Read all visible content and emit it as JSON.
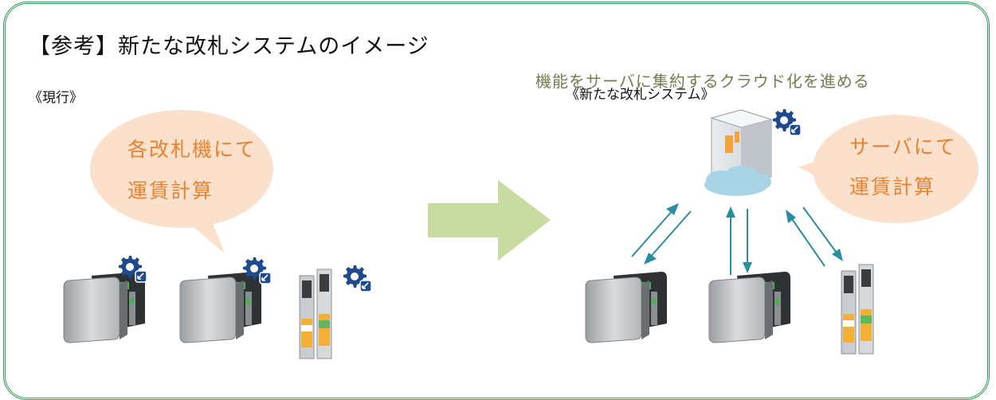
{
  "title": "【参考】新たな改札システムのイメージ",
  "caption": "機能をサーバに集約するクラウド化を進める",
  "current_label": "《現行》",
  "new_label": "《新たな改札システム》",
  "left_bubble": {
    "line1": "各改札機にて",
    "line2": "運賃計算"
  },
  "right_bubble": {
    "line1": "サーバにて",
    "line2": "運賃計算"
  },
  "colors": {
    "frame": "#2e9e55",
    "bubble_fill": "#fbe0cc",
    "bubble_text": "#e8822f",
    "big_arrow": "#c8dba0",
    "connection_arrow": "#2a8ca0",
    "cloud": "#a9d4e6",
    "gear_icon": "#1f4b8e"
  }
}
